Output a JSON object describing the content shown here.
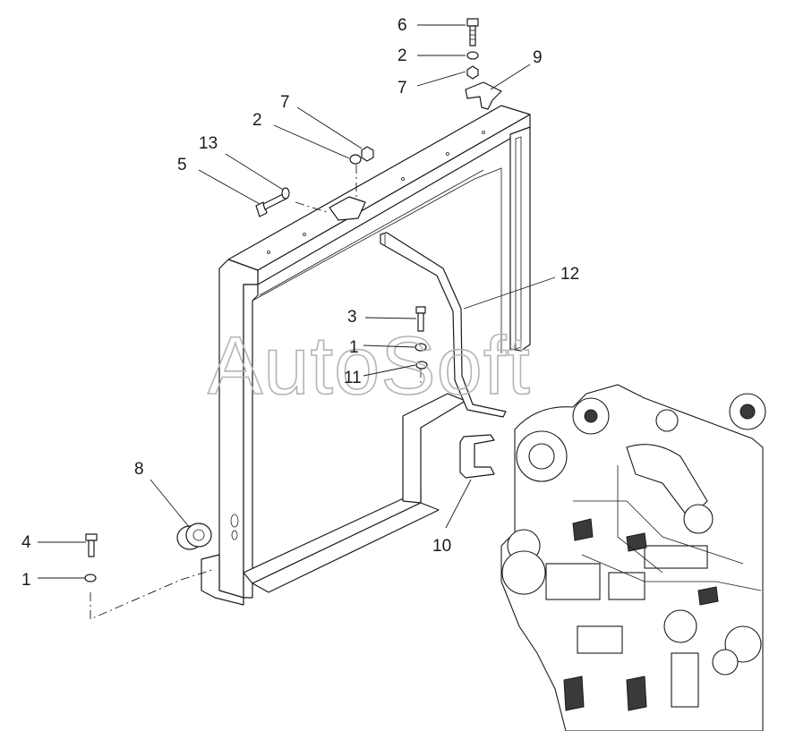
{
  "watermark": "AutoSoft",
  "callouts": [
    {
      "id": "c6",
      "label": "6"
    },
    {
      "id": "c2a",
      "label": "2"
    },
    {
      "id": "c9",
      "label": "9"
    },
    {
      "id": "c7a",
      "label": "7"
    },
    {
      "id": "c7b",
      "label": "7"
    },
    {
      "id": "c2b",
      "label": "2"
    },
    {
      "id": "c13",
      "label": "13"
    },
    {
      "id": "c5",
      "label": "5"
    },
    {
      "id": "c12",
      "label": "12"
    },
    {
      "id": "c3",
      "label": "3"
    },
    {
      "id": "c1a",
      "label": "1"
    },
    {
      "id": "c11",
      "label": "11"
    },
    {
      "id": "c8",
      "label": "8"
    },
    {
      "id": "c10",
      "label": "10"
    },
    {
      "id": "c4",
      "label": "4"
    },
    {
      "id": "c1b",
      "label": "1"
    }
  ]
}
